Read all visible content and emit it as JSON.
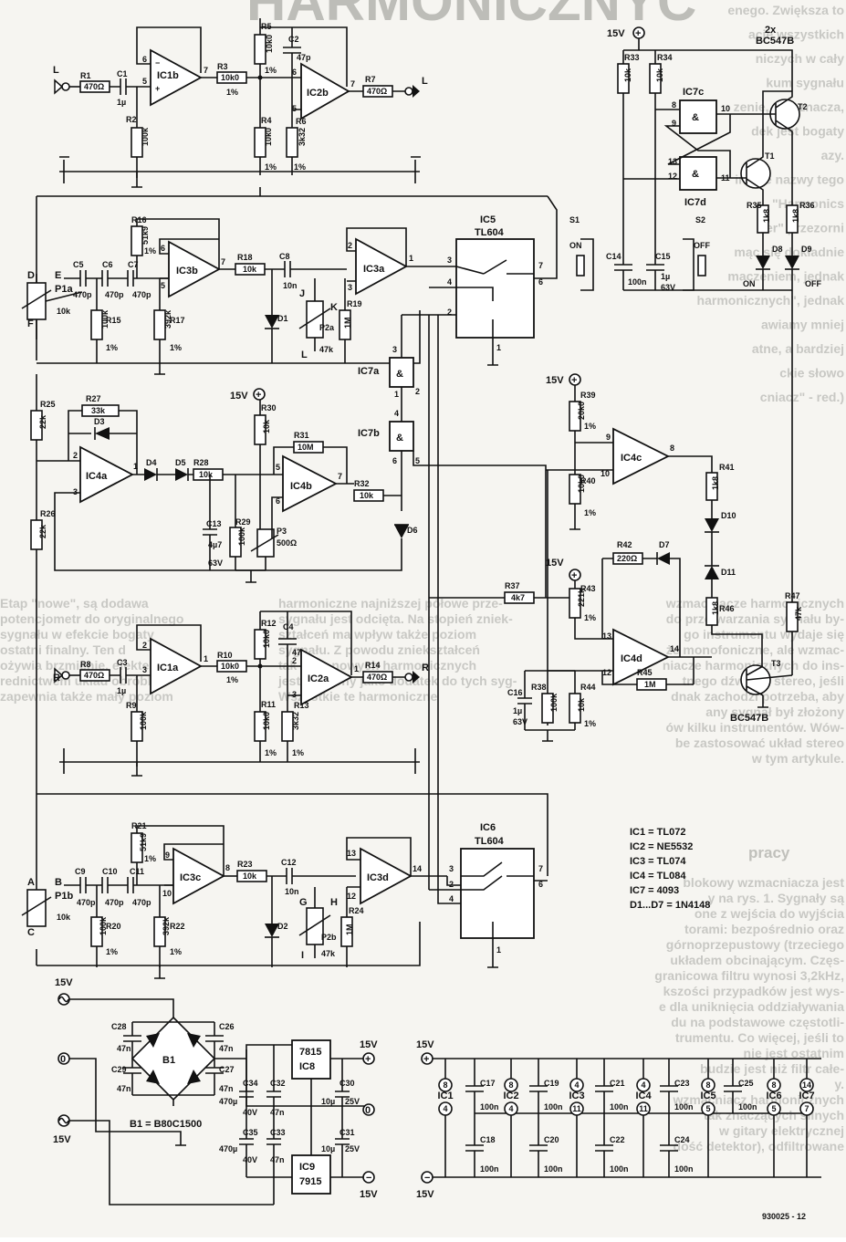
{
  "page": {
    "header_fragment": "HARMONICZNYC",
    "page_code": "930025 - 12"
  },
  "article_text": {
    "right_top": [
      "enego. Zwiększa to",
      "acje wszystkich",
      "niczych w cały",
      "kum sygnału",
      "zenie, co oznacza,",
      "dek jest bogaty",
      "azy.",
      "inalne nazwy tego",
      "\"Harmonics",
      "cer\" przezorni",
      "mąc się dokładnie",
      "maczeniem, jednak",
      "harmonicznych\", jednak",
      "awiamy mniej",
      "atne, a bardziej",
      "ckie słowo",
      "cniacz\" - red.)"
    ],
    "right_mid": [
      "wzmacniacze harmonicznych",
      "do przetwarzania sygnału by-",
      "go instrumentu wydaje się",
      "że monofoniczne, ale wzmac-",
      "niacze harmonicznych do ins-",
      "tnego dźwięku stereo, jeśli",
      "dnak zachodzi potrzeba, aby",
      "any sygnał był złożony",
      "ów kilku instrumentów. Wów-",
      "be zastosować układ stereo",
      "w tym artykule."
    ],
    "right_heading": "pracy",
    "right_low": [
      "blokowy wzmacniacza jest",
      "y na rys. 1. Sygnały są",
      "one z wejścia do wyjścia",
      "torami: bezpośrednio oraz",
      "górnoprzepustowy (trzeciego",
      "układem obcinającym. Częs-",
      "granicowa filtru wynosi 3,2kHz,",
      "kszości przypadków jest wys-",
      "e dla uniknięcia oddziaływania",
      "du na podstawowe częstotli-",
      "trumentu. Co więcej, jeśli to",
      "nie jest ostatnim",
      "budzie jest niż filtr całe-",
      "y.",
      "wzmacniacz harmonicznych",
      "tak znaczących silnych",
      "w gitary elektrycznej",
      "dość detektor), odfiltrowane"
    ],
    "left_mid": [
      "Etap \"nowe\", są dodawa",
      "potencjometr do oryginalnego",
      "sygnału w efekcie bogaty",
      "ostatni finalny. Ten d",
      "ożywia brzmienie, efektem",
      "rednictwem układ obróbki",
      "zapewnia także mały poziom"
    ],
    "center_mid": [
      "harmoniczne najniższej półowe prze-",
      "sygnału jest odcięta. Na stopień zniek-",
      "ształceń ma wpływ także poziom",
      "sygnału. Z powodu zniekształceń",
      "tak więc nowych harmonicznych",
      "jest ustalony jako dodatek do tych syg-",
      "Wszystkie te harmoniczne"
    ]
  },
  "supply": {
    "vcc": "15V",
    "vee": "15V",
    "ac_in": "15V",
    "ac_in2": "15V",
    "zero": "0"
  },
  "pins": {
    "p5": "5",
    "p6": "6",
    "p7": "7",
    "p8": "8",
    "p9": "9",
    "p10": "10",
    "p11": "11",
    "p12": "12",
    "p13": "13",
    "p14": "14",
    "p1": "1",
    "p2": "2",
    "p3": "3",
    "p4": "4"
  },
  "chips": {
    "ic1b": "IC1b",
    "ic2b": "IC2b",
    "ic3b": "IC3b",
    "ic3a": "IC3a",
    "ic5": "IC5",
    "tl604": "TL604",
    "ic6": "IC6",
    "ic7a": "IC7a",
    "ic7b": "IC7b",
    "ic7c": "IC7c",
    "ic7d": "IC7d",
    "ic4a": "IC4a",
    "ic4b": "IC4b",
    "ic4c": "IC4c",
    "ic4d": "IC4d",
    "ic1a": "IC1a",
    "ic2a": "IC2a",
    "ic3c": "IC3c",
    "ic3d": "IC3d",
    "ic8": "IC8",
    "ic9": "IC9",
    "r7815": "7815",
    "r7915": "7915",
    "and_sym": "&"
  },
  "parts": {
    "R1": "R1",
    "R2": "R2",
    "R3": "R3",
    "R4": "R4",
    "R5": "R5",
    "R6": "R6",
    "R7": "R7",
    "R8": "R8",
    "R9": "R9",
    "R10": "R10",
    "R11": "R11",
    "R12": "R12",
    "R13": "R13",
    "R14": "R14",
    "R15": "R15",
    "R16": "R16",
    "R17": "R17",
    "R18": "R18",
    "R19": "R19",
    "R20": "R20",
    "R21": "R21",
    "R22": "R22",
    "R23": "R23",
    "R24": "R24",
    "R25": "R25",
    "R26": "R26",
    "R27": "R27",
    "R28": "R28",
    "R29": "R29",
    "R30": "R30",
    "R31": "R31",
    "R32": "R32",
    "R33": "R33",
    "R34": "R34",
    "R35": "R35",
    "R36": "R36",
    "R37": "R37",
    "R38": "R38",
    "R39": "R39",
    "R40": "R40",
    "R41": "R41",
    "R42": "R42",
    "R43": "R43",
    "R44": "R44",
    "R45": "R45",
    "R46": "R46",
    "R47": "R47",
    "C1": "C1",
    "C2": "C2",
    "C3": "C3",
    "C4": "C4",
    "C5": "C5",
    "C6": "C6",
    "C7": "C7",
    "C8": "C8",
    "C9": "C9",
    "C10": "C10",
    "C11": "C11",
    "C12": "C12",
    "C13": "C13",
    "C14": "C14",
    "C15": "C15",
    "C16": "C16",
    "C17": "C17",
    "C18": "C18",
    "C19": "C19",
    "C20": "C20",
    "C21": "C21",
    "C22": "C22",
    "C23": "C23",
    "C24": "C24",
    "C25": "C25",
    "C26": "C26",
    "C27": "C27",
    "C28": "C28",
    "C29": "C29",
    "C30": "C30",
    "C31": "C31",
    "C32": "C32",
    "C33": "C33",
    "C34": "C34",
    "C35": "C35",
    "D1": "D1",
    "D2": "D2",
    "D3": "D3",
    "D4": "D4",
    "D5": "D5",
    "D6": "D6",
    "D7": "D7",
    "D8": "D8",
    "D9": "D9",
    "D10": "D10",
    "D11": "D11",
    "T1": "T1",
    "T2": "T2",
    "T3": "T3",
    "B1": "B1",
    "S1": "S1",
    "S2": "S2",
    "P1a": "P1a",
    "P1b": "P1b",
    "P2a": "P2a",
    "P2b": "P2b",
    "P3": "P3"
  },
  "values": {
    "v470r": "470Ω",
    "v1u": "1µ",
    "v100k": "100k",
    "v10k0": "10k0",
    "v3k32": "3k32",
    "v47p": "47p",
    "pct1": "1%",
    "v10k": "10k",
    "v51k9": "51k9",
    "v392k": "392k",
    "v10n": "10n",
    "v1M": "1M",
    "v47k": "47k",
    "v470p": "470p",
    "v33k": "33k",
    "v22k": "22k",
    "v10M": "10M",
    "v4u7": "4µ7",
    "v63V": "63V",
    "v500r": "500Ω",
    "v1k8": "1k8",
    "v100n": "100n",
    "v1u_63": "1µ",
    "v20k0": "20k0",
    "v220r": "220Ω",
    "v4k7": "4k7",
    "v221k": "221k",
    "v47n": "47n",
    "v470u": "470µ",
    "v40V": "40V",
    "v10u": "10µ",
    "v25V": "25V",
    "v2x": "2x",
    "bc547b": "BC547B"
  },
  "terminals": {
    "L": "L",
    "R": "R",
    "A": "A",
    "B": "B",
    "C": "C",
    "D": "D",
    "E": "E",
    "F": "F",
    "G": "G",
    "H": "H",
    "I": "I",
    "J": "J",
    "K": "K",
    "Lpot": "L"
  },
  "switch": {
    "on": "ON",
    "off": "OFF"
  },
  "legend": {
    "ic1": "IC1 = TL072",
    "ic2": "IC2 = NE5532",
    "ic3": "IC3 = TL074",
    "ic4": "IC4 = TL084",
    "ic7": "IC7 = 4093",
    "diodes": "D1...D7 = 1N4148",
    "bridge": "B1 = B80C1500"
  },
  "decoupling": {
    "ics": [
      {
        "name": "IC1",
        "top": "8",
        "bottom": "4"
      },
      {
        "name": "IC2",
        "top": "8",
        "bottom": "4"
      },
      {
        "name": "IC3",
        "top": "4",
        "bottom": "11"
      },
      {
        "name": "IC4",
        "top": "4",
        "bottom": "11"
      },
      {
        "name": "IC5",
        "top": "8",
        "bottom": "5"
      },
      {
        "name": "IC6",
        "top": "8",
        "bottom": "5"
      },
      {
        "name": "IC7",
        "top": "14",
        "bottom": "7"
      }
    ]
  }
}
